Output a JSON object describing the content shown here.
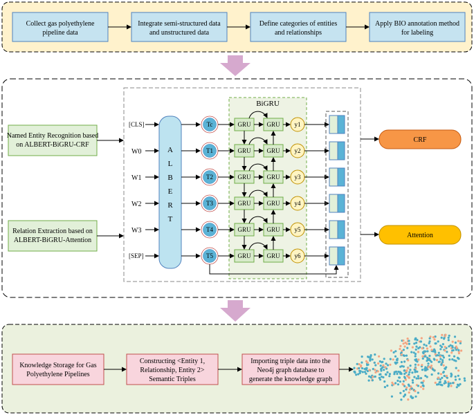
{
  "pipeline": {
    "steps": [
      [
        "Collect gas polyethylene",
        "pipeline data"
      ],
      [
        "Integrate semi-structured data",
        "and unstructured data"
      ],
      [
        "Define categories of entities",
        "and relationships"
      ],
      [
        "Apply BIO annotation method",
        "for labeling"
      ]
    ]
  },
  "model": {
    "tasks": [
      [
        "Named Entity Recognition based",
        "on ALBERT-BiGRU-CRF"
      ],
      [
        "Relation Extraction based on",
        "ALBERT-BiGRU-Attention"
      ]
    ],
    "inputs": [
      "[CLS]",
      "W0",
      "W1",
      "W2",
      "W3",
      "[SEP]"
    ],
    "albert_letters": [
      "A",
      "L",
      "B",
      "E",
      "R",
      "T"
    ],
    "tokens": [
      "Tc",
      "T1",
      "T2",
      "T3",
      "T4",
      "T5"
    ],
    "bigru_label": "BiGRU",
    "gru_label": "GRU",
    "outputs": [
      "y1",
      "y2",
      "y3",
      "y4",
      "y5",
      "y6"
    ],
    "heads": [
      "CRF",
      "Attention"
    ]
  },
  "storage": {
    "steps": [
      [
        "Knowledge Storage for Gas",
        "Polyethylene Pipelines"
      ],
      [
        "Constructing <Entity 1,",
        "Relationship, Entity 2>",
        "Semantic Triples"
      ],
      [
        "Importing triple data into the",
        "Neo4j graph database to",
        "generate the knowledge graph"
      ]
    ]
  },
  "colors": {
    "panel_top": "#FFF2CC",
    "panel_bottom": "#EBF1DE",
    "step_blue": "#C5E3F0",
    "task_green": "#E2F0D9",
    "storage_pink": "#F8D5DD",
    "albert_blue": "#BDE3F0",
    "token_blue": "#5BB3D6",
    "gru_green": "#D8EACB",
    "bigru_bg": "#EEF3E4",
    "output_yellow": "#FFF4C2",
    "crf_orange": "#F79646",
    "attention_yellow": "#FFC000",
    "big_arrow": "#D6A9CE",
    "graph_blue": "#4BACC6",
    "graph_orange": "#F4A582"
  }
}
